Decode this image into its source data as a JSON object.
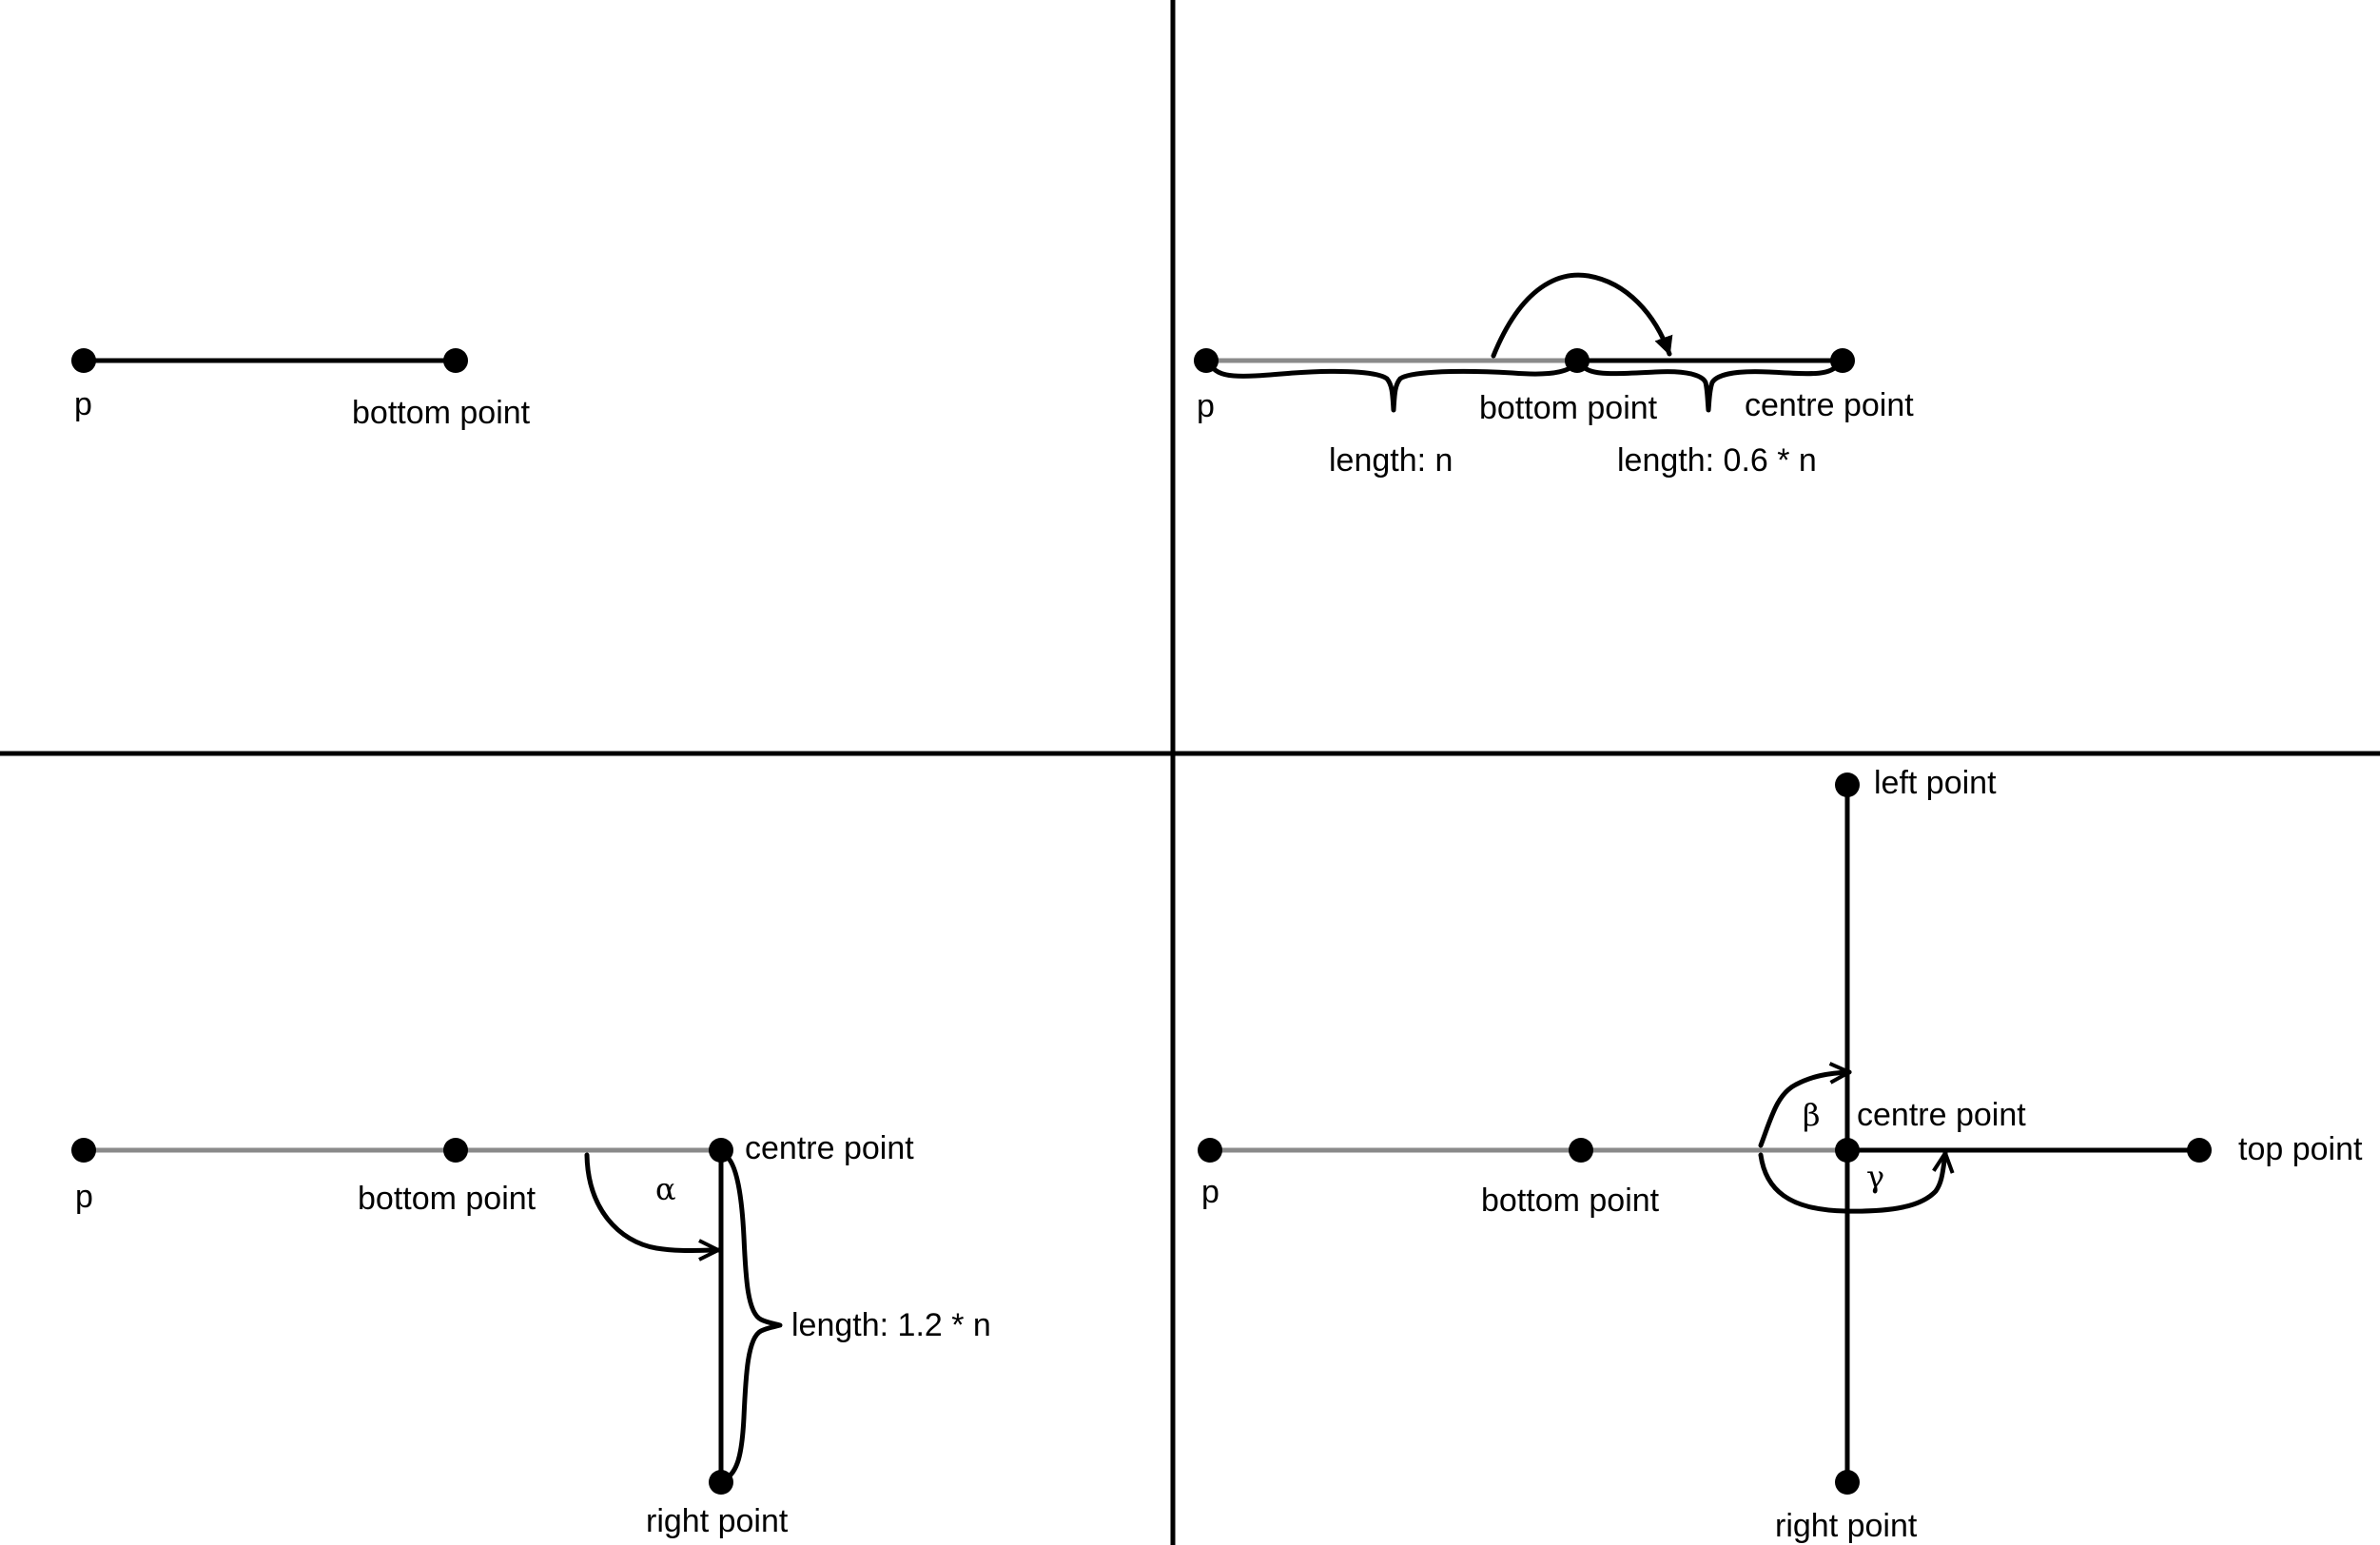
{
  "panel1": {
    "p": "p",
    "bottom_point": "bottom point"
  },
  "panel2": {
    "p": "p",
    "bottom_point": "bottom point",
    "centre_point": "centre point",
    "length_n": "length: n",
    "length_06n": "length: 0.6 * n"
  },
  "panel3": {
    "p": "p",
    "bottom_point": "bottom point",
    "centre_point": "centre point",
    "right_point": "right point",
    "alpha": "α",
    "length_12n": "length: 1.2 * n"
  },
  "panel4": {
    "p": "p",
    "bottom_point": "bottom point",
    "centre_point": "centre point",
    "left_point": "left point",
    "right_point": "right point",
    "top_point": "top point",
    "beta": "β",
    "gamma": "γ"
  }
}
